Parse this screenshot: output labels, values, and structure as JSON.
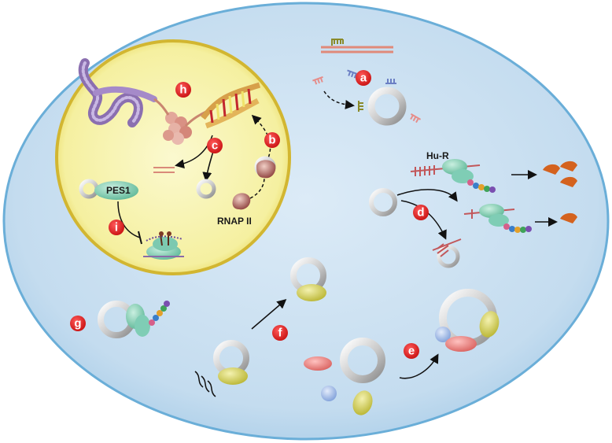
{
  "diagram": {
    "badges": {
      "a": "a",
      "b": "b",
      "c": "c",
      "d": "d",
      "e": "e",
      "f": "f",
      "g": "g",
      "h": "h",
      "i": "i"
    },
    "labels": {
      "pes1": "PES1",
      "rnap2": "RNAP II",
      "hur": "Hu-R"
    },
    "colors": {
      "cell_fill": "#c6dff0",
      "cell_border": "#5fa9d4",
      "nucleus_fill": "#f6f2a6",
      "nucleus_border": "#d9c23a",
      "badge": "#e32226",
      "ribosome_green": "#8fd0b8",
      "yellow_protein": "#d8d56a",
      "pink_protein": "#e98d8a",
      "blue_protein": "#a9c3ea",
      "orange_fragment": "#d4621e"
    }
  }
}
